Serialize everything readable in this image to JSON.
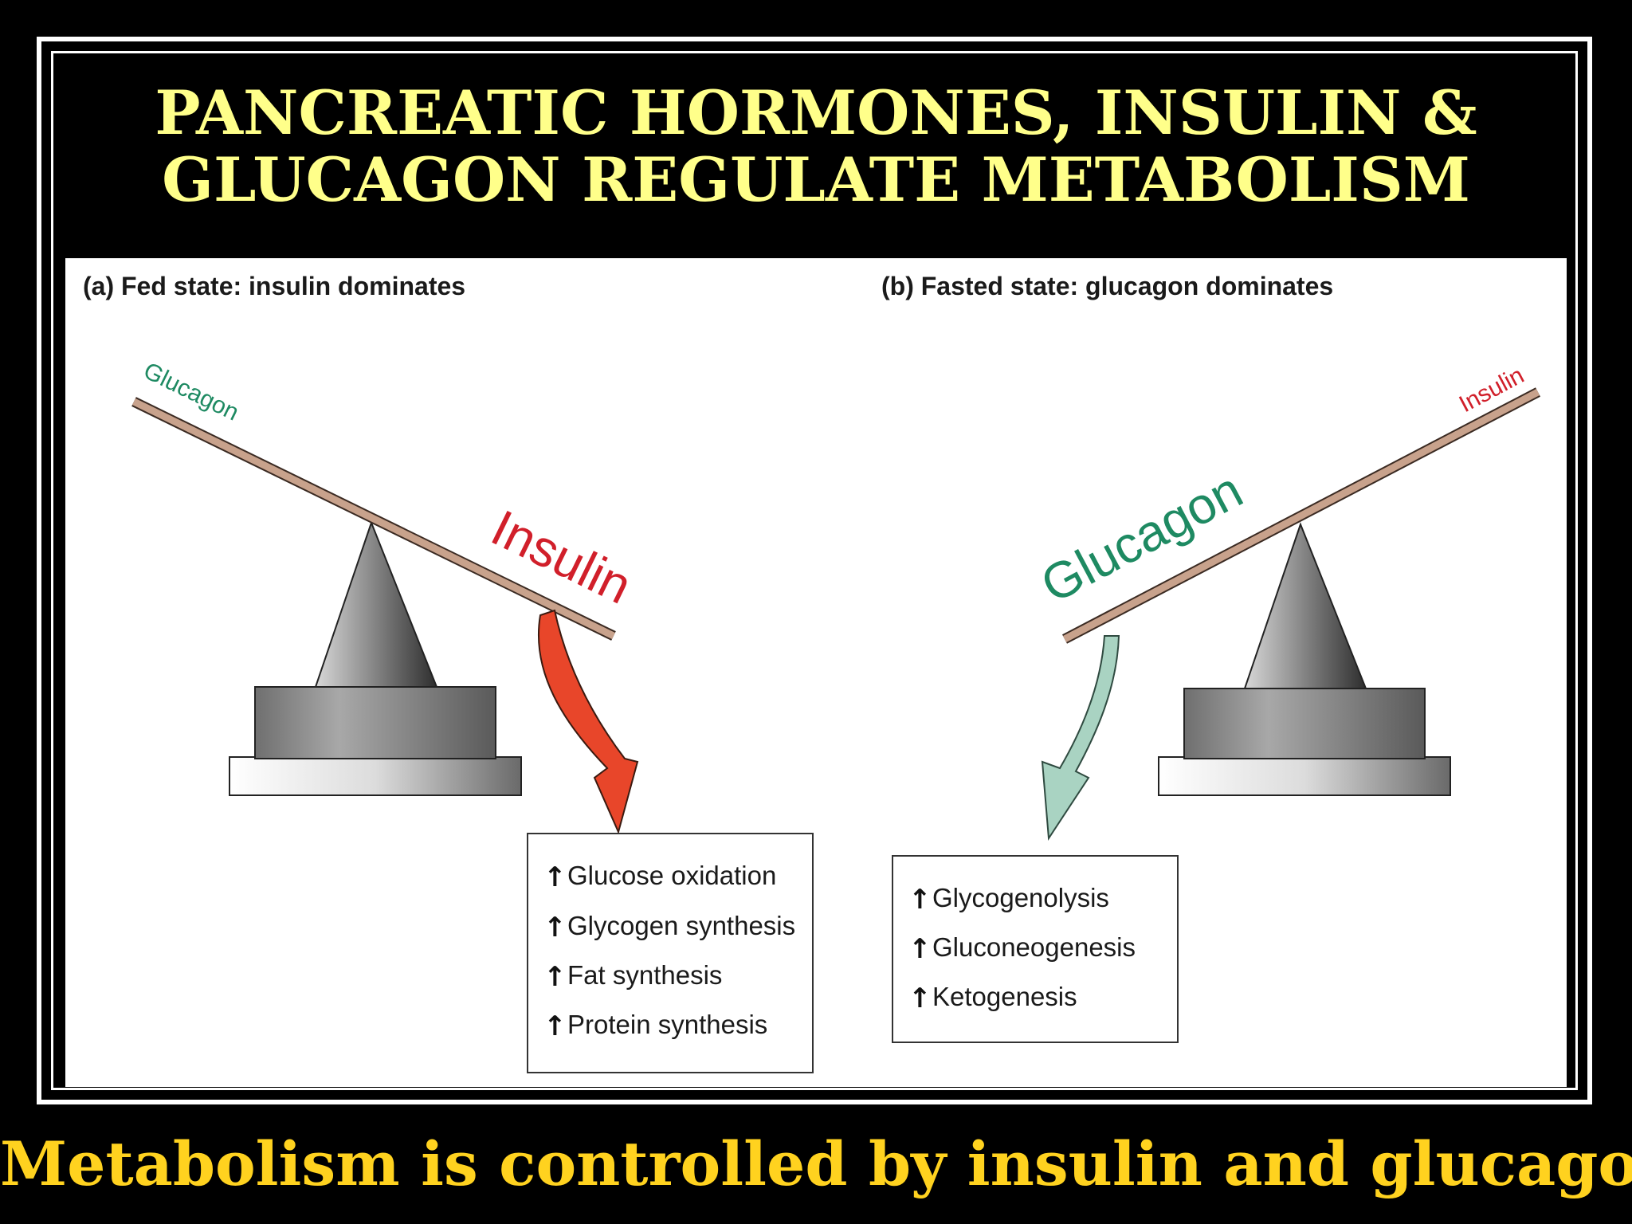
{
  "title": {
    "line1": "PANCREATIC HORMONES, INSULIN &",
    "line2": "GLUCAGON REGULATE METABOLISM"
  },
  "panel_a": {
    "heading": "(a) Fed state: insulin dominates",
    "light_label": "Glucagon",
    "heavy_label": "Insulin",
    "effects": [
      "Glucose oxidation",
      "Glycogen synthesis",
      "Fat synthesis",
      "Protein synthesis"
    ]
  },
  "panel_b": {
    "heading": "(b) Fasted state: glucagon dominates",
    "light_label": "Insulin",
    "heavy_label": "Glucagon",
    "effects": [
      "Glycogenolysis",
      "Gluconeogenesis",
      "Ketogenesis"
    ]
  },
  "colors": {
    "title": "#ffff8a",
    "footer": "#ffd21f",
    "insulin": "#d11f2a",
    "glucagon": "#1e8a62",
    "beam": "#c8a28c",
    "insulin_arrow": "#e8462a",
    "glucagon_arrow": "#a9d3c2"
  },
  "footer": "Metabolism is controlled by insulin and glucagon"
}
